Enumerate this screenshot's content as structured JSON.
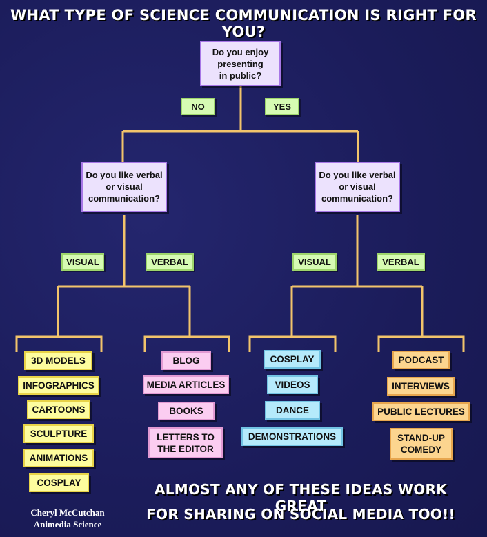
{
  "title": "What type of science communication is right for you?",
  "root_question": "Do you enjoy\npresenting\nin public?",
  "answers": {
    "no": "NO",
    "yes": "YES"
  },
  "left_question": "Do you like verbal\nor visual\ncommunication?",
  "right_question": "Do you like verbal\nor visual\ncommunication?",
  "branch_labels": {
    "left_visual": "VISUAL",
    "left_verbal": "VERBAL",
    "right_visual": "VISUAL",
    "right_verbal": "VERBAL"
  },
  "no_visual_items": [
    "3D MODELS",
    "INFOGRAPHICS",
    "CARTOONS",
    "SCULPTURE",
    "ANIMATIONS",
    "COSPLAY"
  ],
  "no_verbal_items": [
    "BLOG",
    "MEDIA ARTICLES",
    "BOOKS",
    "LETTERS TO\nTHE EDITOR"
  ],
  "yes_visual_items": [
    "COSPLAY",
    "VIDEOS",
    "DANCE",
    "DEMONSTRATIONS"
  ],
  "yes_verbal_items": [
    "PODCAST",
    "INTERVIEWS",
    "PUBLIC LECTURES",
    "STAND-UP\nCOMEDY"
  ],
  "footer": {
    "line1": "Almost any of these ideas work great",
    "line2": "for sharing on social media too!!"
  },
  "credit": {
    "name": "Cheryl McCutchan",
    "org": "Animedia Science"
  },
  "colors": {
    "background": "#1c1d5e",
    "connector": "#f2c46b",
    "question": "#ece2fd",
    "label": "#d6fbb3",
    "no_visual": "#fdfc9e",
    "no_verbal": "#fbcdf1",
    "yes_visual": "#b5eafb",
    "yes_verbal": "#fcd58f"
  }
}
